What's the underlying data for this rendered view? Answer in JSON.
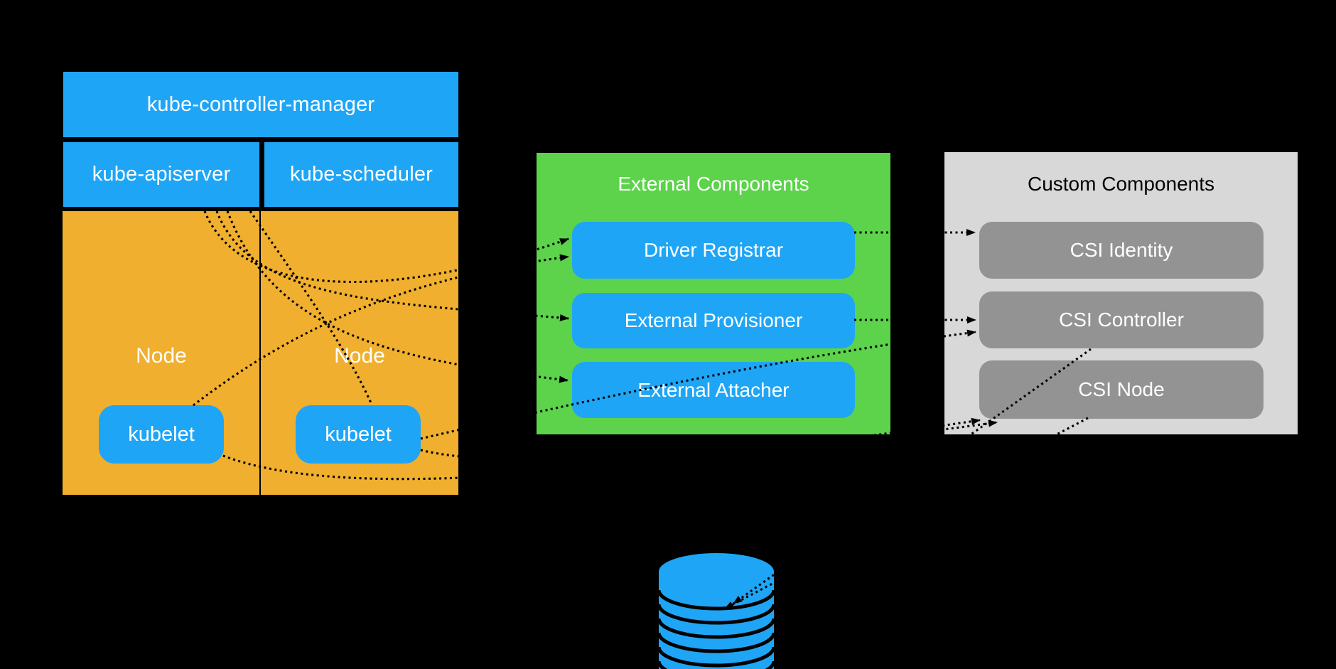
{
  "colors": {
    "background": "#000000",
    "blue": "#1FA5F5",
    "orange": "#F0AF2E",
    "green": "#5CD34B",
    "gray_light": "#D8D8D8",
    "gray_mid": "#939393",
    "connector_line": "#000000",
    "text_light": "#FFFFFF",
    "text_dark": "#000000"
  },
  "control_plane": {
    "controller_manager_label": "kube-controller-manager",
    "apiserver_label": "kube-apiserver",
    "scheduler_label": "kube-scheduler"
  },
  "nodes": [
    {
      "label": "Node",
      "kubelet_label": "kubelet"
    },
    {
      "label": "Node",
      "kubelet_label": "kubelet"
    }
  ],
  "external_components": {
    "title": "External Components",
    "items": [
      {
        "label": "Driver Registrar"
      },
      {
        "label": "External Provisioner"
      },
      {
        "label": "External Attacher"
      }
    ]
  },
  "custom_components": {
    "title": "Custom Components",
    "items": [
      {
        "label": "CSI Identity"
      },
      {
        "label": "CSI Controller"
      },
      {
        "label": "CSI Node"
      }
    ]
  },
  "icons": {
    "database": "database-cylinder-stack-icon"
  }
}
